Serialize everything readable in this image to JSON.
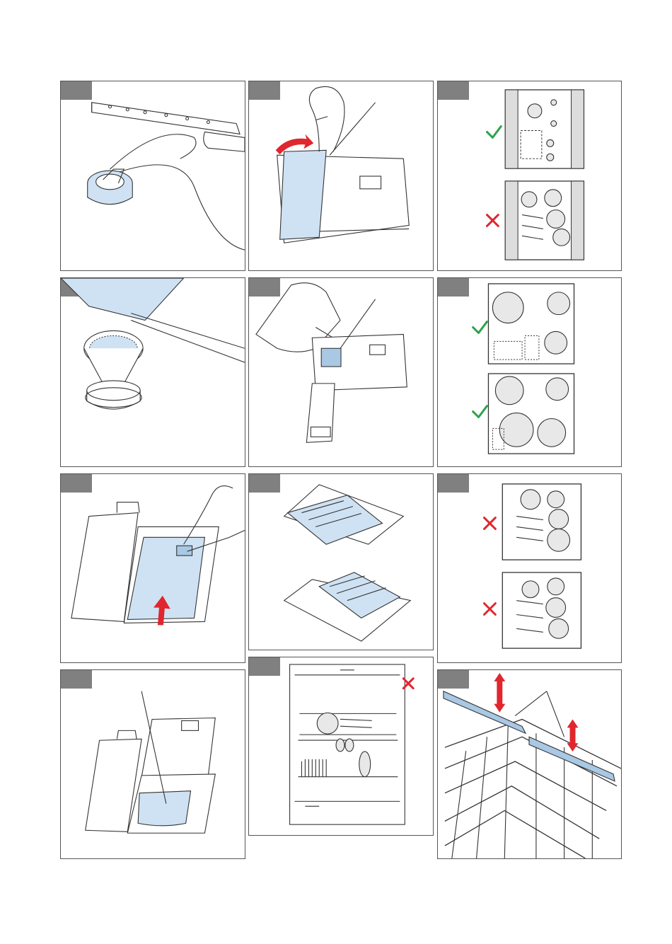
{
  "colors": {
    "tab": "#808080",
    "accent_blue": "#cfe2f3",
    "check_green": "#2aa34a",
    "cross_red": "#e0262e"
  },
  "panels": [
    {
      "id": "1",
      "icons": [
        "spray-arm-icon",
        "filter-icon"
      ]
    },
    {
      "id": "2",
      "icons": [
        "detergent-dispenser-icon",
        "hand-icon"
      ]
    },
    {
      "id": "3",
      "icons": [
        "check-icon",
        "cross-icon",
        "upper-rack-icon"
      ]
    },
    {
      "id": "4",
      "icons": [
        "funnel-icon",
        "salt-container-icon"
      ]
    },
    {
      "id": "5",
      "icons": [
        "rinse-aid-bottle-icon"
      ]
    },
    {
      "id": "6",
      "icons": [
        "check-icon",
        "lower-rack-icon"
      ]
    },
    {
      "id": "7",
      "icons": [
        "dispenser-lid-icon",
        "finger-icon"
      ]
    },
    {
      "id": "8",
      "icons": [
        "cutlery-tray-icon"
      ]
    },
    {
      "id": "9",
      "icons": [
        "cross-icon",
        "rack-icon"
      ]
    },
    {
      "id": "10",
      "icons": [
        "dispenser-compartment-icon"
      ]
    },
    {
      "id": "11",
      "icons": [
        "dishwasher-front-icon",
        "cross-icon"
      ]
    },
    {
      "id": "12",
      "icons": [
        "rack-height-adjuster-icon"
      ]
    }
  ]
}
